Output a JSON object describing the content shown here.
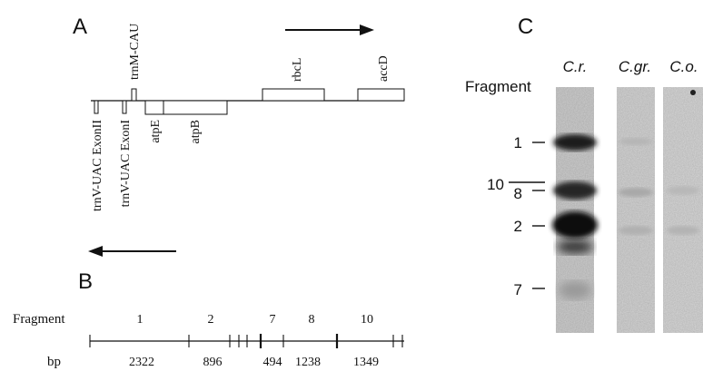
{
  "panel_a": {
    "letter": "A",
    "genes_above": [
      {
        "label": "trnM-CAU"
      },
      {
        "label": "rbcL"
      },
      {
        "label": "accD"
      }
    ],
    "genes_below": [
      {
        "label": "trnV-UAC ExonII"
      },
      {
        "label": "trnV-UAC ExonI"
      },
      {
        "label": "atpE"
      },
      {
        "label": "atpB"
      }
    ],
    "arrows": [
      {
        "direction": "right"
      },
      {
        "direction": "left"
      }
    ]
  },
  "panel_b": {
    "letter": "B",
    "fragment_label": "Fragment",
    "bp_label": "bp",
    "fragments": [
      {
        "number": "1",
        "bp": "2322"
      },
      {
        "number": "2",
        "bp": "896"
      },
      {
        "number": "7",
        "bp": "494"
      },
      {
        "number": "8",
        "bp": "1238"
      },
      {
        "number": "10",
        "bp": "1349"
      }
    ]
  },
  "panel_c": {
    "letter": "C",
    "fragment_label": "Fragment",
    "lanes": [
      {
        "label": "C.r."
      },
      {
        "label": "C.gr."
      },
      {
        "label": "C.o."
      }
    ],
    "band_markers": [
      {
        "label": "1"
      },
      {
        "label": "10"
      },
      {
        "label": "8"
      },
      {
        "label": "2"
      },
      {
        "label": "7"
      }
    ]
  }
}
